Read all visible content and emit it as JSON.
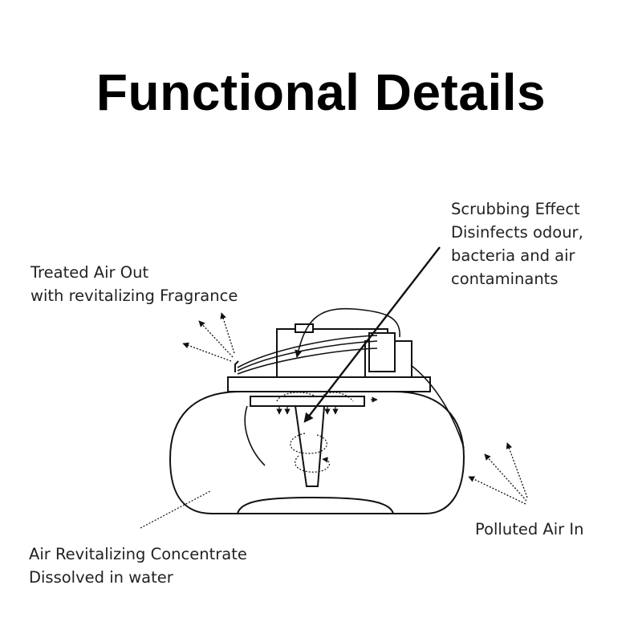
{
  "title": "Functional Details",
  "labels": {
    "treated_air": {
      "heading": "Treated  Air Out",
      "detail": "with revitalizing Fragrance"
    },
    "scrubbing": {
      "heading": "Scrubbing Effect",
      "lines": [
        "Disinfects odour,",
        "bacteria and air",
        "contaminants"
      ]
    },
    "polluted_air": {
      "heading": "Polluted Air In"
    },
    "concentrate": {
      "lines": [
        "Air Revitalizing Concentrate",
        "Dissolved  in water"
      ]
    }
  },
  "colors": {
    "ink": "#111111",
    "background": "#ffffff"
  }
}
